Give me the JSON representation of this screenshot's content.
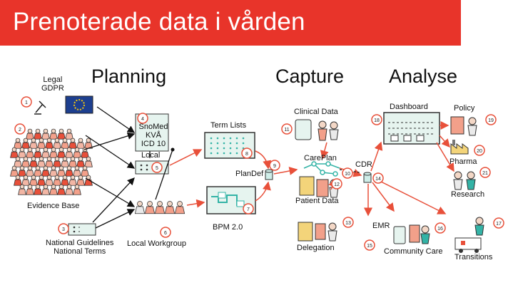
{
  "title": "Prenoterade data i vården",
  "sections": {
    "planning": "Planning",
    "capture": "Capture",
    "analyse": "Analyse"
  },
  "labels": {
    "legal_gdpr": "Legal\nGDPR",
    "evidence_base": "Evidence Base",
    "snomed": "SnoMed\nKVÅ\nICD 10",
    "local": "Local",
    "term_lists": "Term Lists",
    "plandef": "PlanDef",
    "bpm": "BPM 2.0",
    "local_workgroup": "Local Workgroup",
    "national": "National Guidelines\nNational Terms",
    "clinical_data": "Clinical Data",
    "careplan": "CarePlan",
    "cdr": "CDR",
    "patient_data": "Patient Data",
    "delegation": "Delegation",
    "emr": "EMR",
    "community_care": "Community Care",
    "dashboard": "Dashboard",
    "policy": "Policy",
    "pharma": "Pharma",
    "research": "Research",
    "transitions": "Transitions"
  },
  "markers": [
    "1",
    "2",
    "3",
    "4",
    "5",
    "6",
    "7",
    "8",
    "9",
    "10",
    "11",
    "12",
    "13",
    "14",
    "15",
    "16",
    "17",
    "18",
    "19",
    "20",
    "21"
  ],
  "colors": {
    "title_bar": "#e8342a",
    "arrow": "#e8503a",
    "accent": "#33b3a6",
    "marker": "#e8503a"
  }
}
